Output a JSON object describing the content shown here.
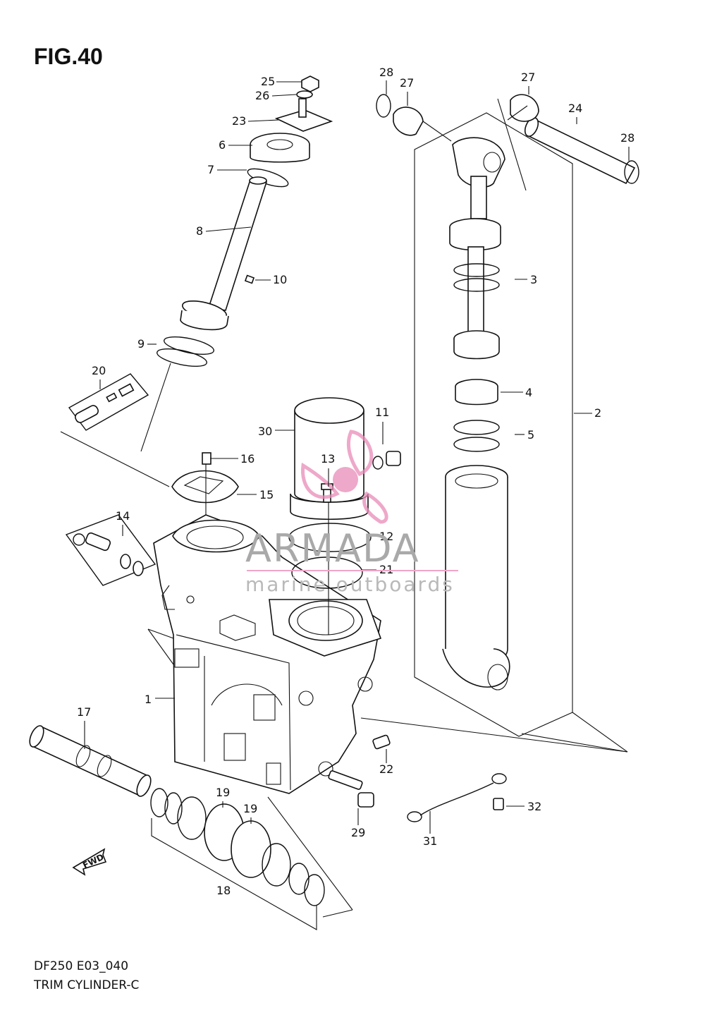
{
  "figure": {
    "title": "FIG.40",
    "code": "DF250 E03_040",
    "name": "TRIM CYLINDER-C"
  },
  "watermark": {
    "brand": "ARMADA",
    "subtitle": "marine outboards",
    "color": "#e98bb8"
  },
  "fwd_arrow": {
    "label": "FWD"
  },
  "callouts": [
    {
      "label": "25"
    },
    {
      "label": "26"
    },
    {
      "label": "23"
    },
    {
      "label": "6"
    },
    {
      "label": "7"
    },
    {
      "label": "8"
    },
    {
      "label": "10"
    },
    {
      "label": "9"
    },
    {
      "label": "20"
    },
    {
      "label": "16"
    },
    {
      "label": "15"
    },
    {
      "label": "14"
    },
    {
      "label": "13"
    },
    {
      "label": "30"
    },
    {
      "label": "11"
    },
    {
      "label": "12"
    },
    {
      "label": "21"
    },
    {
      "label": "1"
    },
    {
      "label": "17"
    },
    {
      "label": "19"
    },
    {
      "label": "19"
    },
    {
      "label": "18"
    },
    {
      "label": "22"
    },
    {
      "label": "29"
    },
    {
      "label": "31"
    },
    {
      "label": "32"
    },
    {
      "label": "28"
    },
    {
      "label": "27"
    },
    {
      "label": "27"
    },
    {
      "label": "24"
    },
    {
      "label": "28"
    },
    {
      "label": "3"
    },
    {
      "label": "4"
    },
    {
      "label": "5"
    },
    {
      "label": "2"
    }
  ]
}
